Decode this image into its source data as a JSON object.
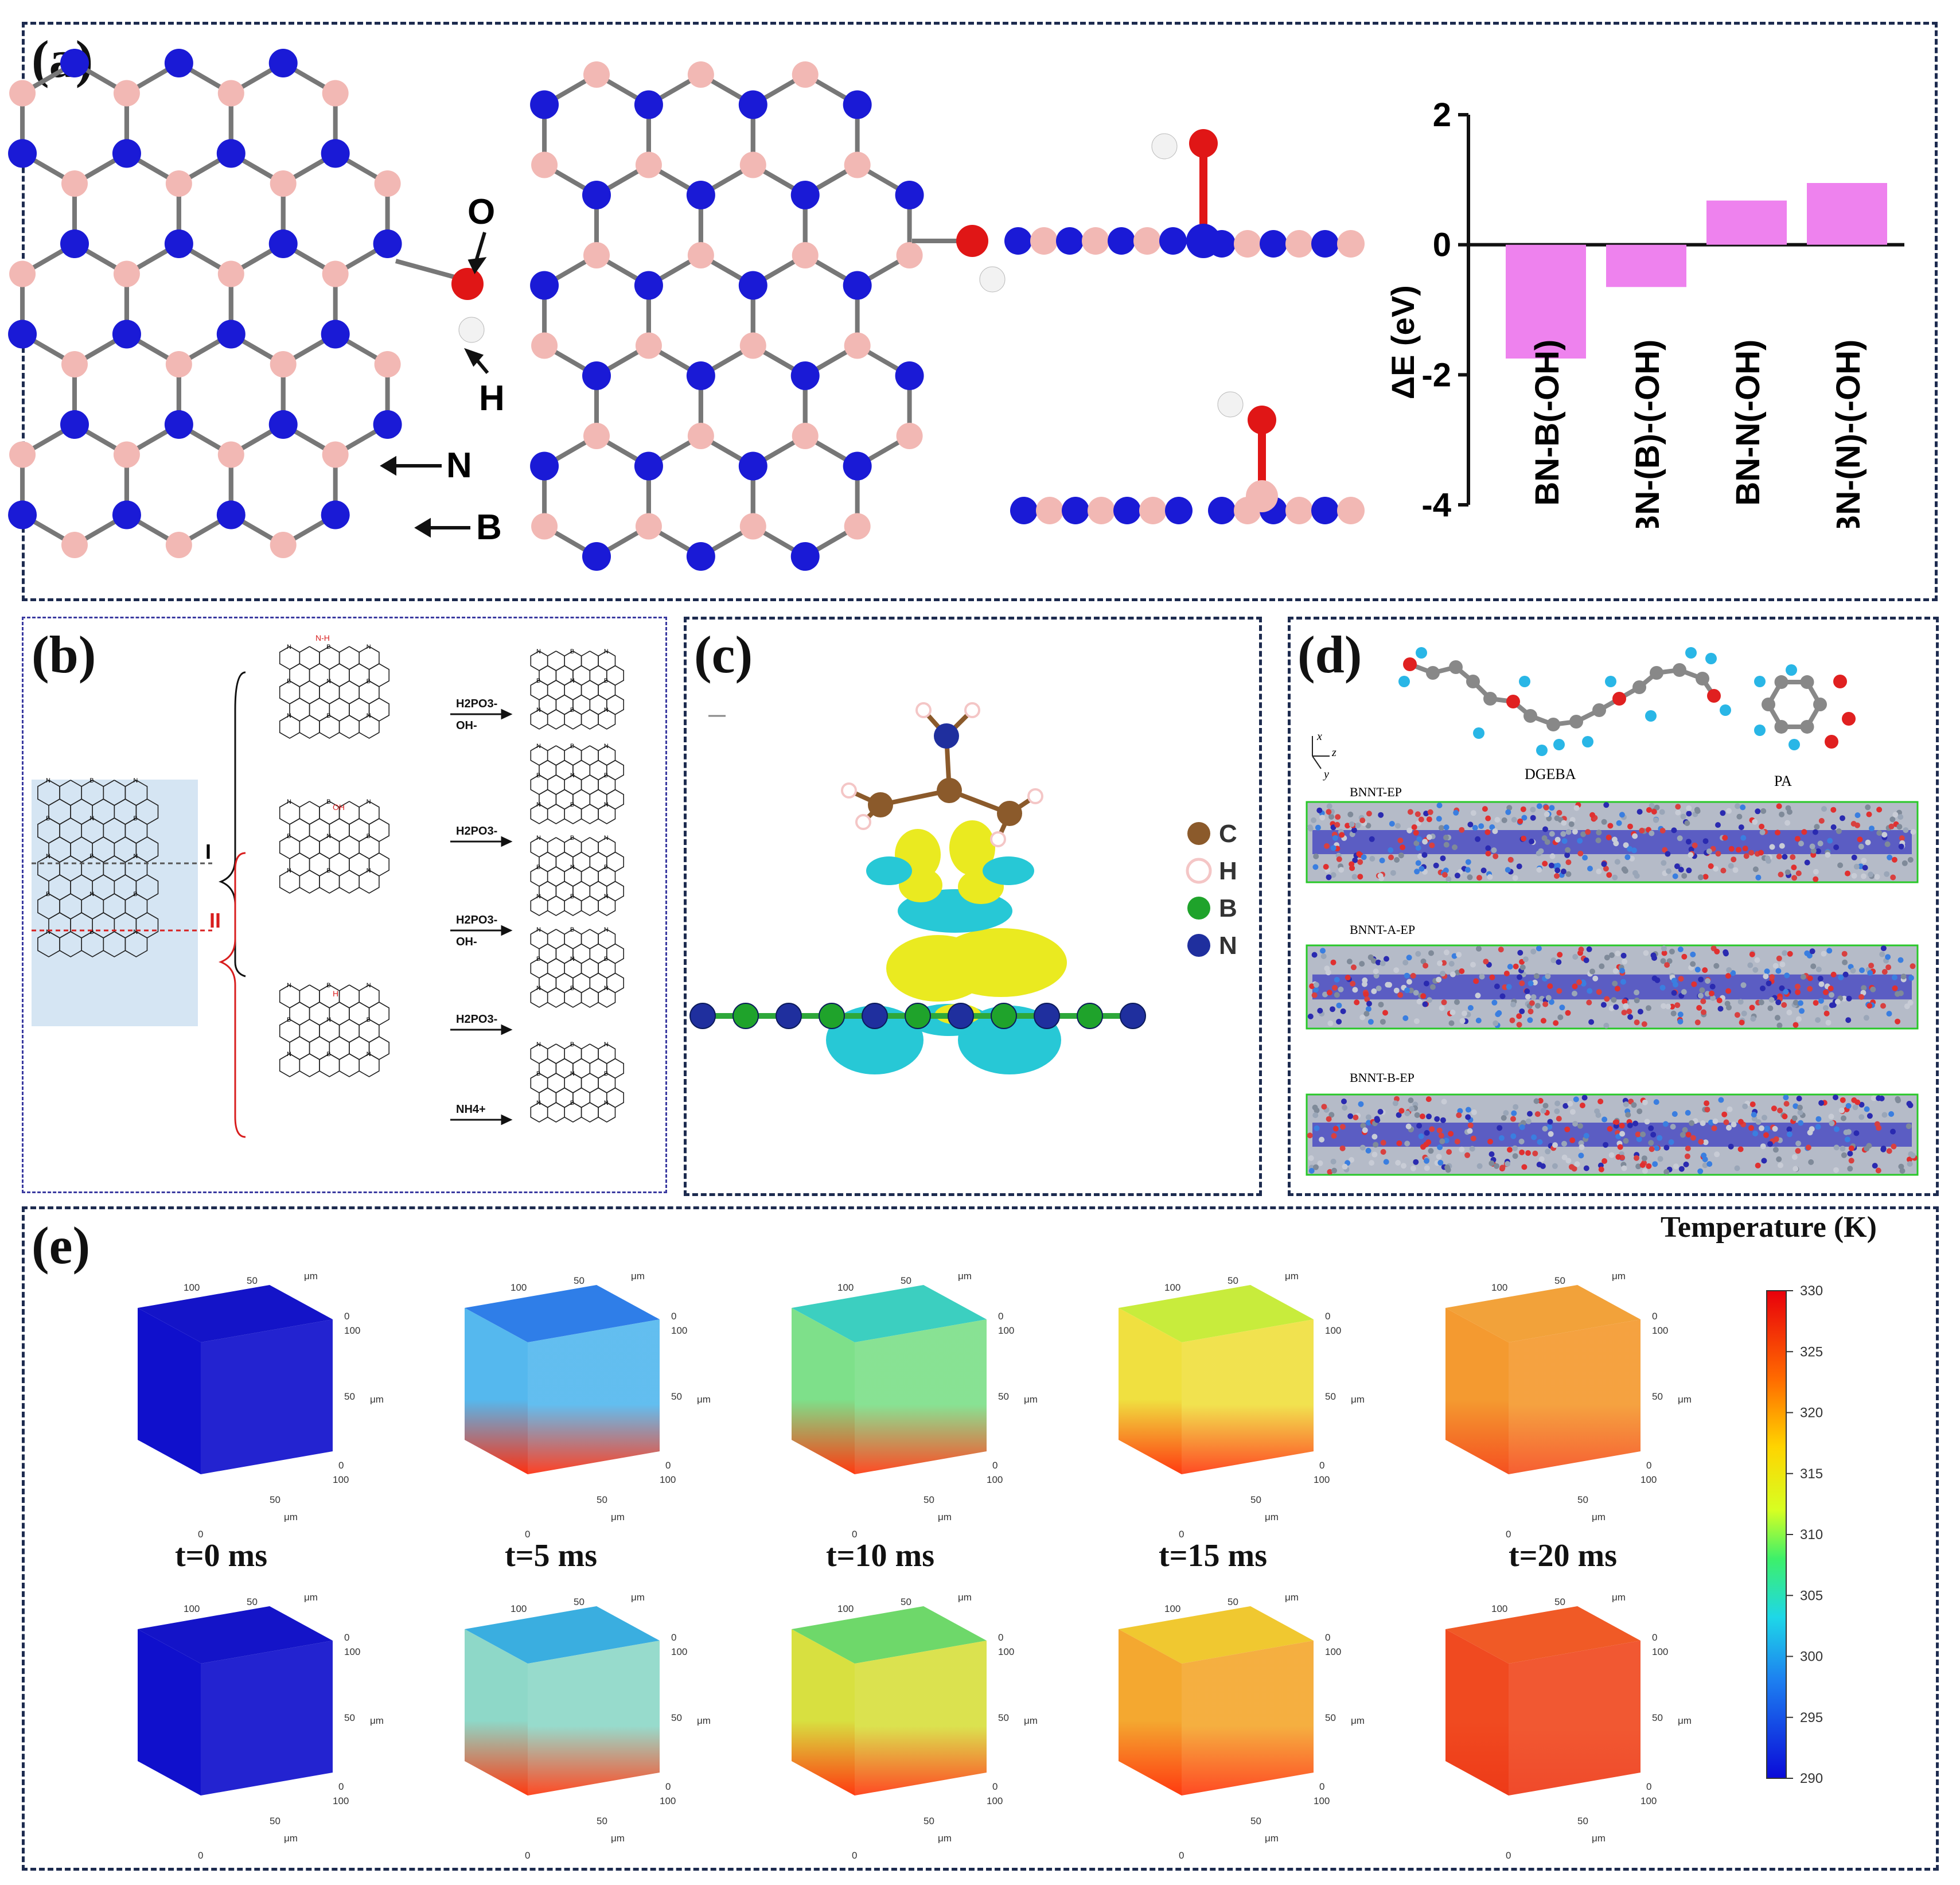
{
  "panels": {
    "a": {
      "label": "(a)"
    },
    "b": {
      "label": "(b)"
    },
    "c": {
      "label": "(c)"
    },
    "d": {
      "label": "(d)"
    },
    "e": {
      "label": "(e)"
    }
  },
  "panel_a": {
    "atom_labels": {
      "O": "O",
      "H": "H",
      "N": "N",
      "B": "B"
    },
    "colors": {
      "N": "#1a1ad6",
      "B": "#f2b8b4",
      "O": "#e01616",
      "H": "#f2f2f2",
      "bar": "#ee82ee"
    }
  },
  "chart_data": {
    "type": "bar",
    "categories": [
      "BN-B(-OH)",
      "BN-(B)-(-OH)",
      "BN-N(-OH)",
      "BN-(N)-(-OH)"
    ],
    "values": [
      -1.75,
      -0.65,
      0.68,
      0.95
    ],
    "ylabel": "ΔE (eV)",
    "ylim": [
      -4,
      2
    ],
    "yticks": [
      "2",
      "0",
      "-2",
      "-4"
    ],
    "grid": false
  },
  "panel_b": {
    "roman_I": "I",
    "roman_II": "II",
    "reagents": [
      "H2PO3-",
      "OH-",
      "H2PO3-",
      "H2PO3-",
      "OH-",
      "H2PO3-",
      "NH4+"
    ],
    "substituents": [
      "N-H",
      "OH",
      "H"
    ],
    "lattice_B": "B",
    "lattice_N": "N"
  },
  "panel_c": {
    "legend": [
      "C",
      "H",
      "B",
      "N"
    ],
    "legend_colors": [
      "#8b5a2b",
      "#f4c6c6",
      "#1fa32b",
      "#1f2f9e"
    ]
  },
  "panel_d": {
    "molecules": [
      "DGEBA",
      "PA"
    ],
    "axes": [
      "x",
      "y",
      "z"
    ],
    "systems": [
      "BNNT-EP",
      "BNNT-A-EP",
      "BNNT-B-EP"
    ]
  },
  "panel_e": {
    "colorbar_title": "Temperature (K)",
    "colorbar_ticks": [
      "330",
      "325",
      "320",
      "315",
      "310",
      "305",
      "300",
      "295",
      "290"
    ],
    "time_labels": [
      "t=0 ms",
      "t=5 ms",
      "t=10 ms",
      "t=15 ms",
      "t=20 ms"
    ],
    "axis_ticks": [
      "0",
      "50",
      "100"
    ],
    "axis_unit": "μm",
    "frames_top": [
      {
        "top": "#1414c8",
        "face": "#1010cc",
        "bottom": "#1010cc"
      },
      {
        "top": "#2f7ee8",
        "face": "#55b8ee",
        "bottom": "#ff3010"
      },
      {
        "top": "#3ccfc0",
        "face": "#7ee08a",
        "bottom": "#ff3a10"
      },
      {
        "top": "#c8ec3c",
        "face": "#f0e040",
        "bottom": "#ff3a10"
      },
      {
        "top": "#f2a23a",
        "face": "#f49a30",
        "bottom": "#f55020"
      }
    ],
    "frames_bottom": [
      {
        "top": "#1414c8",
        "face": "#1010cc",
        "bottom": "#1010cc"
      },
      {
        "top": "#3aaee0",
        "face": "#8ed8c8",
        "bottom": "#ff3a10"
      },
      {
        "top": "#6ed86a",
        "face": "#d8e040",
        "bottom": "#ff3a10"
      },
      {
        "top": "#f0c830",
        "face": "#f4a830",
        "bottom": "#ff3a10"
      },
      {
        "top": "#f05a26",
        "face": "#f04a20",
        "bottom": "#ee3a18"
      }
    ]
  }
}
